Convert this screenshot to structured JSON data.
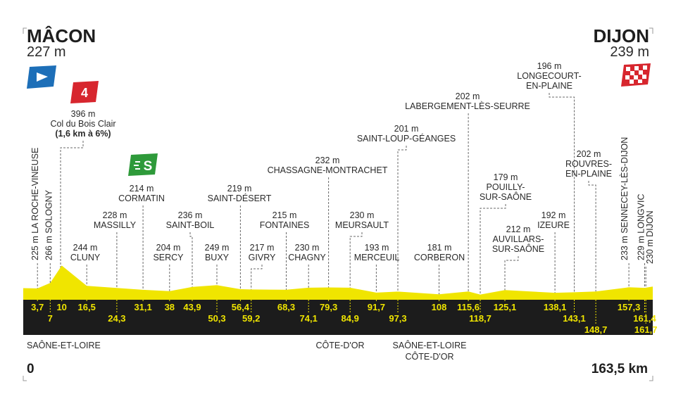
{
  "colors": {
    "profile": "#f0e500",
    "band": "#1c1c1c",
    "frame": "#999999",
    "leader": "#6a6a6a",
    "start_flag": "#1d6fb8",
    "climb_flag": "#d7262e",
    "sprint_flag": "#2e9a3a"
  },
  "start": {
    "name": "MÂCON",
    "altitude": "227 m"
  },
  "finish": {
    "name": "DIJON",
    "altitude": "239 m"
  },
  "climb": {
    "category": "4",
    "altitude": "396 m",
    "name": "Col du Bois Clair",
    "detail": "(1,6 km à 6%)"
  },
  "sprint": {
    "symbol": "S"
  },
  "scale": {
    "start": "0",
    "end": "163,5 km"
  },
  "regions": [
    "SAÔNE-ET-LOIRE",
    "CÔTE-D'OR",
    "SAÔNE-ET-LOIRE",
    "CÔTE-D'OR"
  ],
  "chart_data": {
    "type": "area",
    "xlabel": "",
    "ylabel": "",
    "xlim": [
      0,
      163.5
    ],
    "x": [
      0,
      3.7,
      7,
      10,
      16.5,
      24.3,
      31.1,
      38,
      43.9,
      50.3,
      56.4,
      59.2,
      68.3,
      74.1,
      79.3,
      84.9,
      91.7,
      97.3,
      108,
      115.6,
      118.7,
      125.1,
      138.1,
      143.1,
      148.7,
      157.3,
      161.4,
      161.7,
      163.5
    ],
    "y": [
      227,
      225,
      266,
      396,
      244,
      228,
      214,
      204,
      236,
      249,
      219,
      217,
      215,
      230,
      232,
      230,
      193,
      201,
      181,
      202,
      179,
      212,
      192,
      196,
      202,
      233,
      229,
      230,
      239
    ],
    "points": [
      {
        "km": "3,7",
        "x": 3.7,
        "alt": 225,
        "alt_label": "225 m",
        "name": "LA ROCHE-VINEUSE"
      },
      {
        "km": "7",
        "x": 7,
        "alt": 266,
        "alt_label": "266 m",
        "name": "SOLOGNY"
      },
      {
        "km": "10",
        "x": 10,
        "alt": 396
      },
      {
        "km": "16,5",
        "x": 16.5,
        "alt": 244,
        "alt_label": "244 m",
        "name": "CLUNY"
      },
      {
        "km": "24,3",
        "x": 24.3,
        "alt": 228,
        "alt_label": "228 m",
        "name": "MASSILLY"
      },
      {
        "km": "31,1",
        "x": 31.1,
        "alt": 214,
        "alt_label": "214 m",
        "name": "CORMATIN"
      },
      {
        "km": "38",
        "x": 38,
        "alt": 204,
        "alt_label": "204 m",
        "name": "SERCY"
      },
      {
        "km": "43,9",
        "x": 43.9,
        "alt": 236,
        "alt_label": "236 m",
        "name": "SAINT-BOIL"
      },
      {
        "km": "50,3",
        "x": 50.3,
        "alt": 249,
        "alt_label": "249 m",
        "name": "BUXY"
      },
      {
        "km": "56,4",
        "x": 56.4,
        "alt": 219,
        "alt_label": "219 m",
        "name": "SAINT-DÉSERT"
      },
      {
        "km": "59,2",
        "x": 59.2,
        "alt": 217,
        "alt_label": "217 m",
        "name": "GIVRY"
      },
      {
        "km": "68,3",
        "x": 68.3,
        "alt": 215,
        "alt_label": "215 m",
        "name": "FONTAINES"
      },
      {
        "km": "74,1",
        "x": 74.1,
        "alt": 230,
        "alt_label": "230 m",
        "name": "CHAGNY"
      },
      {
        "km": "79,3",
        "x": 79.3,
        "alt": 232,
        "alt_label": "232 m",
        "name": "CHASSAGNE-MONTRACHET"
      },
      {
        "km": "84,9",
        "x": 84.9,
        "alt": 230,
        "alt_label": "230 m",
        "name": "MEURSAULT"
      },
      {
        "km": "91,7",
        "x": 91.7,
        "alt": 193,
        "alt_label": "193 m",
        "name": "MERCEUIL"
      },
      {
        "km": "97,3",
        "x": 97.3,
        "alt": 201,
        "alt_label": "201 m",
        "name": "SAINT-LOUP-GÉANGES"
      },
      {
        "km": "108",
        "x": 108,
        "alt": 181,
        "alt_label": "181 m",
        "name": "CORBERON"
      },
      {
        "km": "115,6",
        "x": 115.6,
        "alt": 202,
        "alt_label": "202 m",
        "name": "LABERGEMENT-LÈS-SEURRE"
      },
      {
        "km": "118,7",
        "x": 118.7,
        "alt": 179,
        "alt_label": "179 m",
        "name": "POUILLY-SUR-SAÔNE"
      },
      {
        "km": "125,1",
        "x": 125.1,
        "alt": 212,
        "alt_label": "212 m",
        "name": "AUVILLARS-SUR-SAÔNE"
      },
      {
        "km": "138,1",
        "x": 138.1,
        "alt": 192,
        "alt_label": "192 m",
        "name": "IZEURE"
      },
      {
        "km": "143,1",
        "x": 143.1,
        "alt": 196,
        "alt_label": "196 m",
        "name": "LONGECOURT-EN-PLAINE"
      },
      {
        "km": "148,7",
        "x": 148.7,
        "alt": 202,
        "alt_label": "202 m",
        "name": "ROUVRES-EN-PLAINE"
      },
      {
        "km": "157,3",
        "x": 157.3,
        "alt": 233,
        "alt_label": "233 m",
        "name": "SENNECEY-LÈS-DIJON"
      },
      {
        "km": "161,4",
        "x": 161.4,
        "alt": 229,
        "alt_label": "229 m",
        "name": "LONGVIC"
      },
      {
        "km": "161,7",
        "x": 161.7,
        "alt": 230,
        "alt_label": "230 m",
        "name": "DIJON"
      }
    ]
  }
}
